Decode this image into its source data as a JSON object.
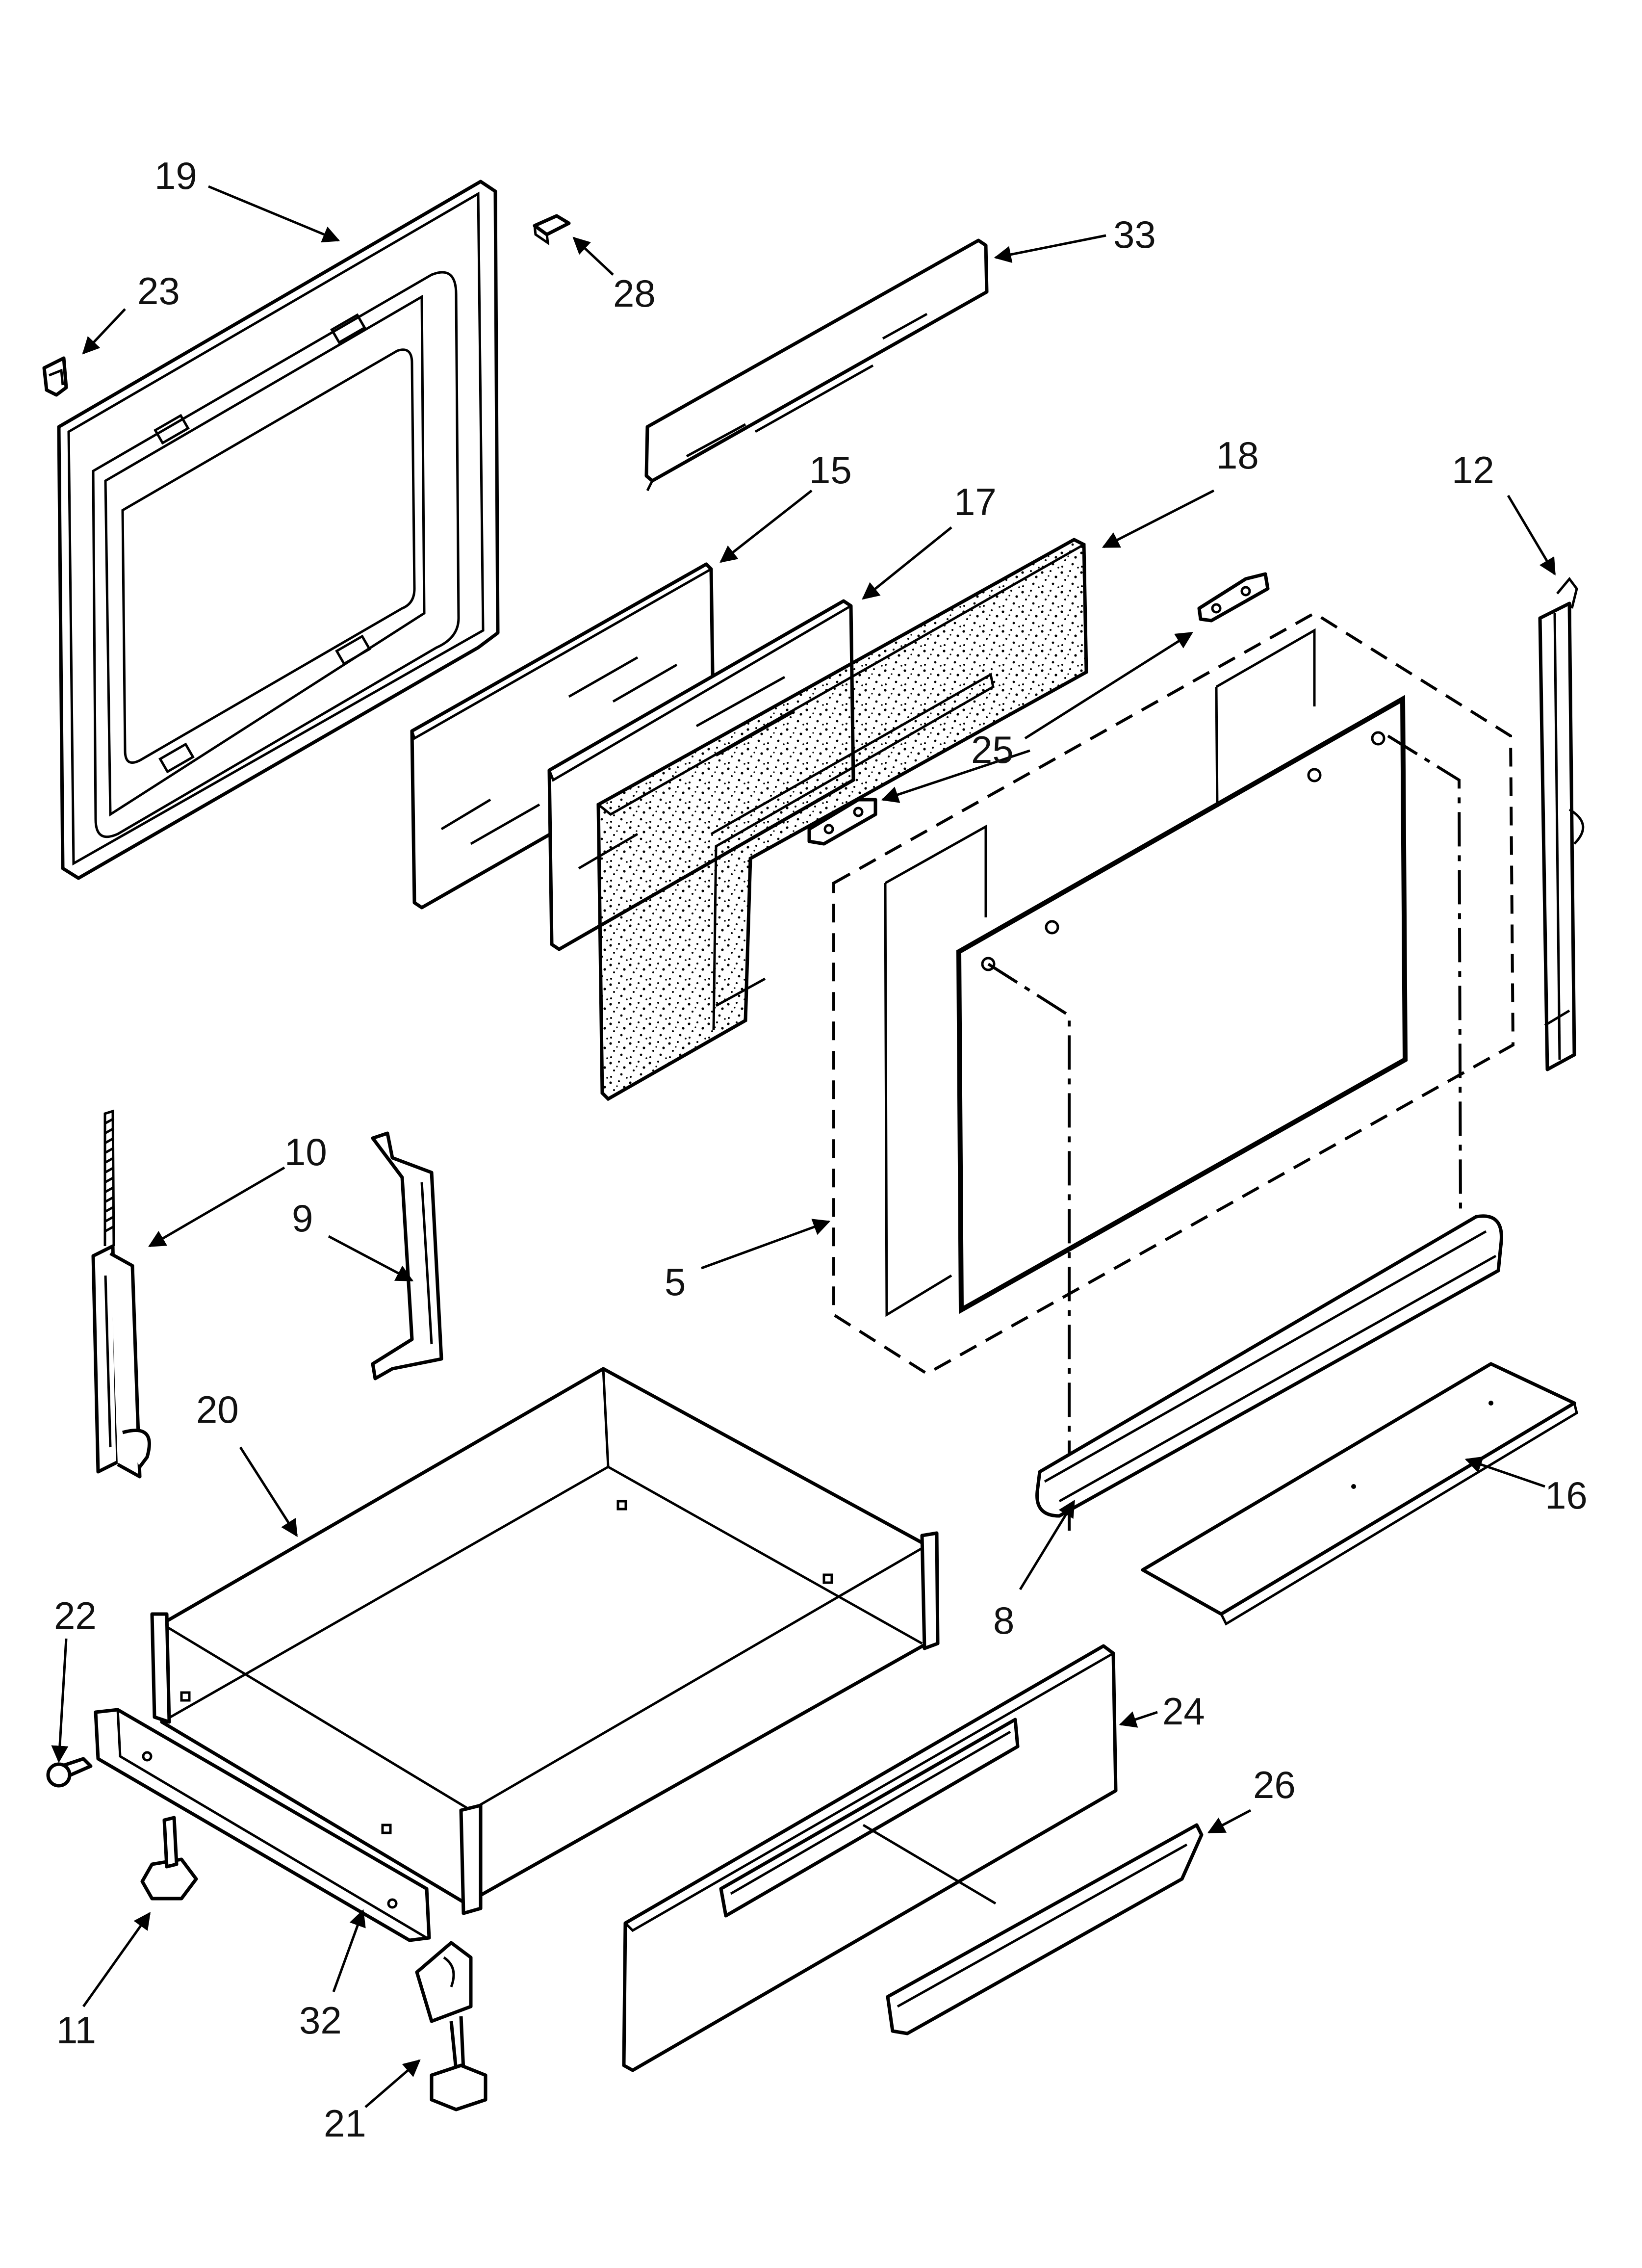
{
  "callouts": {
    "c19": "19",
    "c23": "23",
    "c28": "28",
    "c33": "33",
    "c15": "15",
    "c17": "17",
    "c18": "18",
    "c12": "12",
    "c25": "25",
    "c10": "10",
    "c9": "9",
    "c5": "5",
    "c20": "20",
    "c16": "16",
    "c8": "8",
    "c22": "22",
    "c24": "24",
    "c26": "26",
    "c11": "11",
    "c32": "32",
    "c21": "21"
  }
}
